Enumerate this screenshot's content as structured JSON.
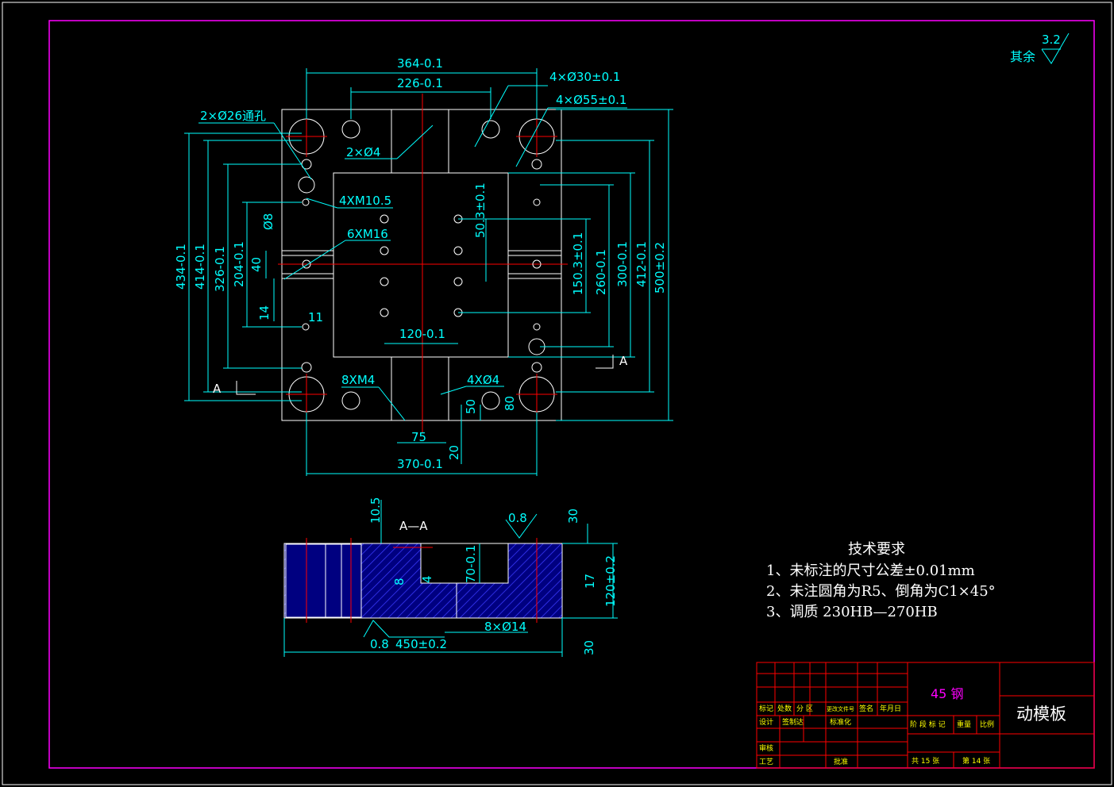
{
  "notes": {
    "title": "技术要求",
    "lines": [
      "1、未标注的尺寸公差±0.01mm",
      "2、未注圆角为R5、倒角为C1×45°",
      "3、调质   230HB—270HB"
    ]
  },
  "roughness": {
    "label": "其余",
    "value": "3.2"
  },
  "title_block": {
    "part_name": "动模板",
    "material": "45 钢",
    "sheets_total": "共 15 张",
    "sheet_no": "第 14 张",
    "headers": [
      "标记",
      "处数",
      "分 区",
      "更改文件号",
      "签名",
      "年月日"
    ],
    "row2": [
      "设计",
      "签制达",
      "标准化"
    ],
    "row3": "审核",
    "row4": [
      "工艺",
      "批准"
    ],
    "right_headers": [
      "阶 段 标 记",
      "重量",
      "比例"
    ]
  },
  "plan_view": {
    "dims_top": [
      "364-0.1",
      "226-0.1"
    ],
    "dims_bottom": [
      "370-0.1",
      "75",
      "20",
      "50",
      "80",
      "120-0.1"
    ],
    "dims_left": [
      "434-0.1",
      "414-0.1",
      "326-0.1",
      "204-0.1",
      "40",
      "14",
      "11",
      "Ø8"
    ],
    "dims_right": [
      "50.3±0.1",
      "150.3±0.1",
      "260-0.1",
      "300-0.1",
      "412-0.1",
      "500±0.2"
    ],
    "callouts": [
      "4×Ø30±0.1",
      "4×Ø55±0.1",
      "2×Ø26通孔",
      "2×Ø4",
      "4XM10.5",
      "6XM16",
      "8XM4",
      "4XØ4",
      "A",
      "A"
    ]
  },
  "section_view": {
    "title": "A—A",
    "dims": [
      "10.5",
      "0.8",
      "30",
      "8",
      "4",
      "70-0.1",
      "17",
      "120±0.2",
      "0.8",
      "450±0.2",
      "8×Ø14",
      "30"
    ]
  },
  "colors": {
    "frame": "#ff00ff",
    "dim": "#00ffff",
    "line": "#ffffff",
    "center": "#ff0000",
    "hatch": "#0000ff",
    "material": "#ff00ff"
  }
}
